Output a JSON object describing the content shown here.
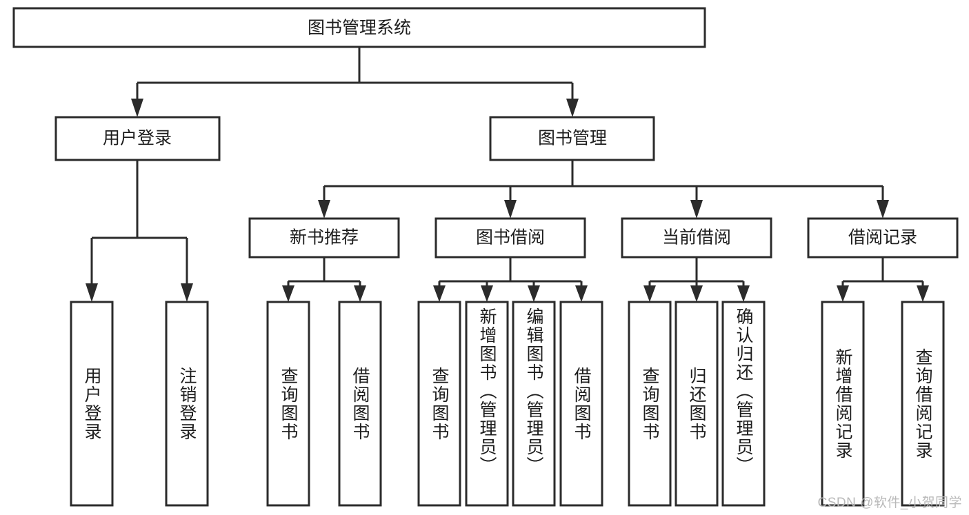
{
  "diagram": {
    "title_text": "图书管理系统",
    "watermark": "CSDN @软件_小贺同学",
    "type": "tree",
    "stroke_color": "#2b2b2b",
    "fill_color": "#ffffff",
    "text_color": "#1d1d1d"
  },
  "root": {
    "label": "图书管理系统"
  },
  "level2": [
    {
      "label": "用户登录"
    },
    {
      "label": "图书管理"
    }
  ],
  "level3": [
    {
      "label": "新书推荐"
    },
    {
      "label": "图书借阅"
    },
    {
      "label": "当前借阅"
    },
    {
      "label": "借阅记录"
    }
  ],
  "leaves": {
    "user_login": [
      {
        "label": "用户登录"
      },
      {
        "label": "注销登录"
      }
    ],
    "new_book": [
      {
        "label": "查询图书"
      },
      {
        "label": "借阅图书"
      }
    ],
    "book_borrow": [
      {
        "label": "查询图书"
      },
      {
        "label": "新增图书（管理员）"
      },
      {
        "label": "编辑图书（管理员）"
      },
      {
        "label": "借阅图书"
      }
    ],
    "current_borrow": [
      {
        "label": "查询图书"
      },
      {
        "label": "归还图书"
      },
      {
        "label": "确认归还（管理员）"
      }
    ],
    "borrow_record": [
      {
        "label": "新增借阅记录"
      },
      {
        "label": "查询借阅记录"
      }
    ]
  },
  "chart_data": {
    "type": "tree",
    "title": "图书管理系统",
    "nodes": [
      {
        "id": "root",
        "label": "图书管理系统",
        "level": 0,
        "parent": null
      },
      {
        "id": "n-user-login",
        "label": "用户登录",
        "level": 1,
        "parent": "root"
      },
      {
        "id": "n-book-manage",
        "label": "图书管理",
        "level": 1,
        "parent": "root"
      },
      {
        "id": "n-new-book",
        "label": "新书推荐",
        "level": 2,
        "parent": "n-book-manage"
      },
      {
        "id": "n-book-borrow",
        "label": "图书借阅",
        "level": 2,
        "parent": "n-book-manage"
      },
      {
        "id": "n-current-borrow",
        "label": "当前借阅",
        "level": 2,
        "parent": "n-book-manage"
      },
      {
        "id": "n-borrow-record",
        "label": "借阅记录",
        "level": 2,
        "parent": "n-book-manage"
      },
      {
        "id": "l1",
        "label": "用户登录",
        "level": 2,
        "parent": "n-user-login"
      },
      {
        "id": "l2",
        "label": "注销登录",
        "level": 2,
        "parent": "n-user-login"
      },
      {
        "id": "l3",
        "label": "查询图书",
        "level": 3,
        "parent": "n-new-book"
      },
      {
        "id": "l4",
        "label": "借阅图书",
        "level": 3,
        "parent": "n-new-book"
      },
      {
        "id": "l5",
        "label": "查询图书",
        "level": 3,
        "parent": "n-book-borrow"
      },
      {
        "id": "l6",
        "label": "新增图书（管理员）",
        "level": 3,
        "parent": "n-book-borrow"
      },
      {
        "id": "l7",
        "label": "编辑图书（管理员）",
        "level": 3,
        "parent": "n-book-borrow"
      },
      {
        "id": "l8",
        "label": "借阅图书",
        "level": 3,
        "parent": "n-book-borrow"
      },
      {
        "id": "l9",
        "label": "查询图书",
        "level": 3,
        "parent": "n-current-borrow"
      },
      {
        "id": "l10",
        "label": "归还图书",
        "level": 3,
        "parent": "n-current-borrow"
      },
      {
        "id": "l11",
        "label": "确认归还（管理员）",
        "level": 3,
        "parent": "n-current-borrow"
      },
      {
        "id": "l12",
        "label": "新增借阅记录",
        "level": 3,
        "parent": "n-borrow-record"
      },
      {
        "id": "l13",
        "label": "查询借阅记录",
        "level": 3,
        "parent": "n-borrow-record"
      }
    ]
  }
}
